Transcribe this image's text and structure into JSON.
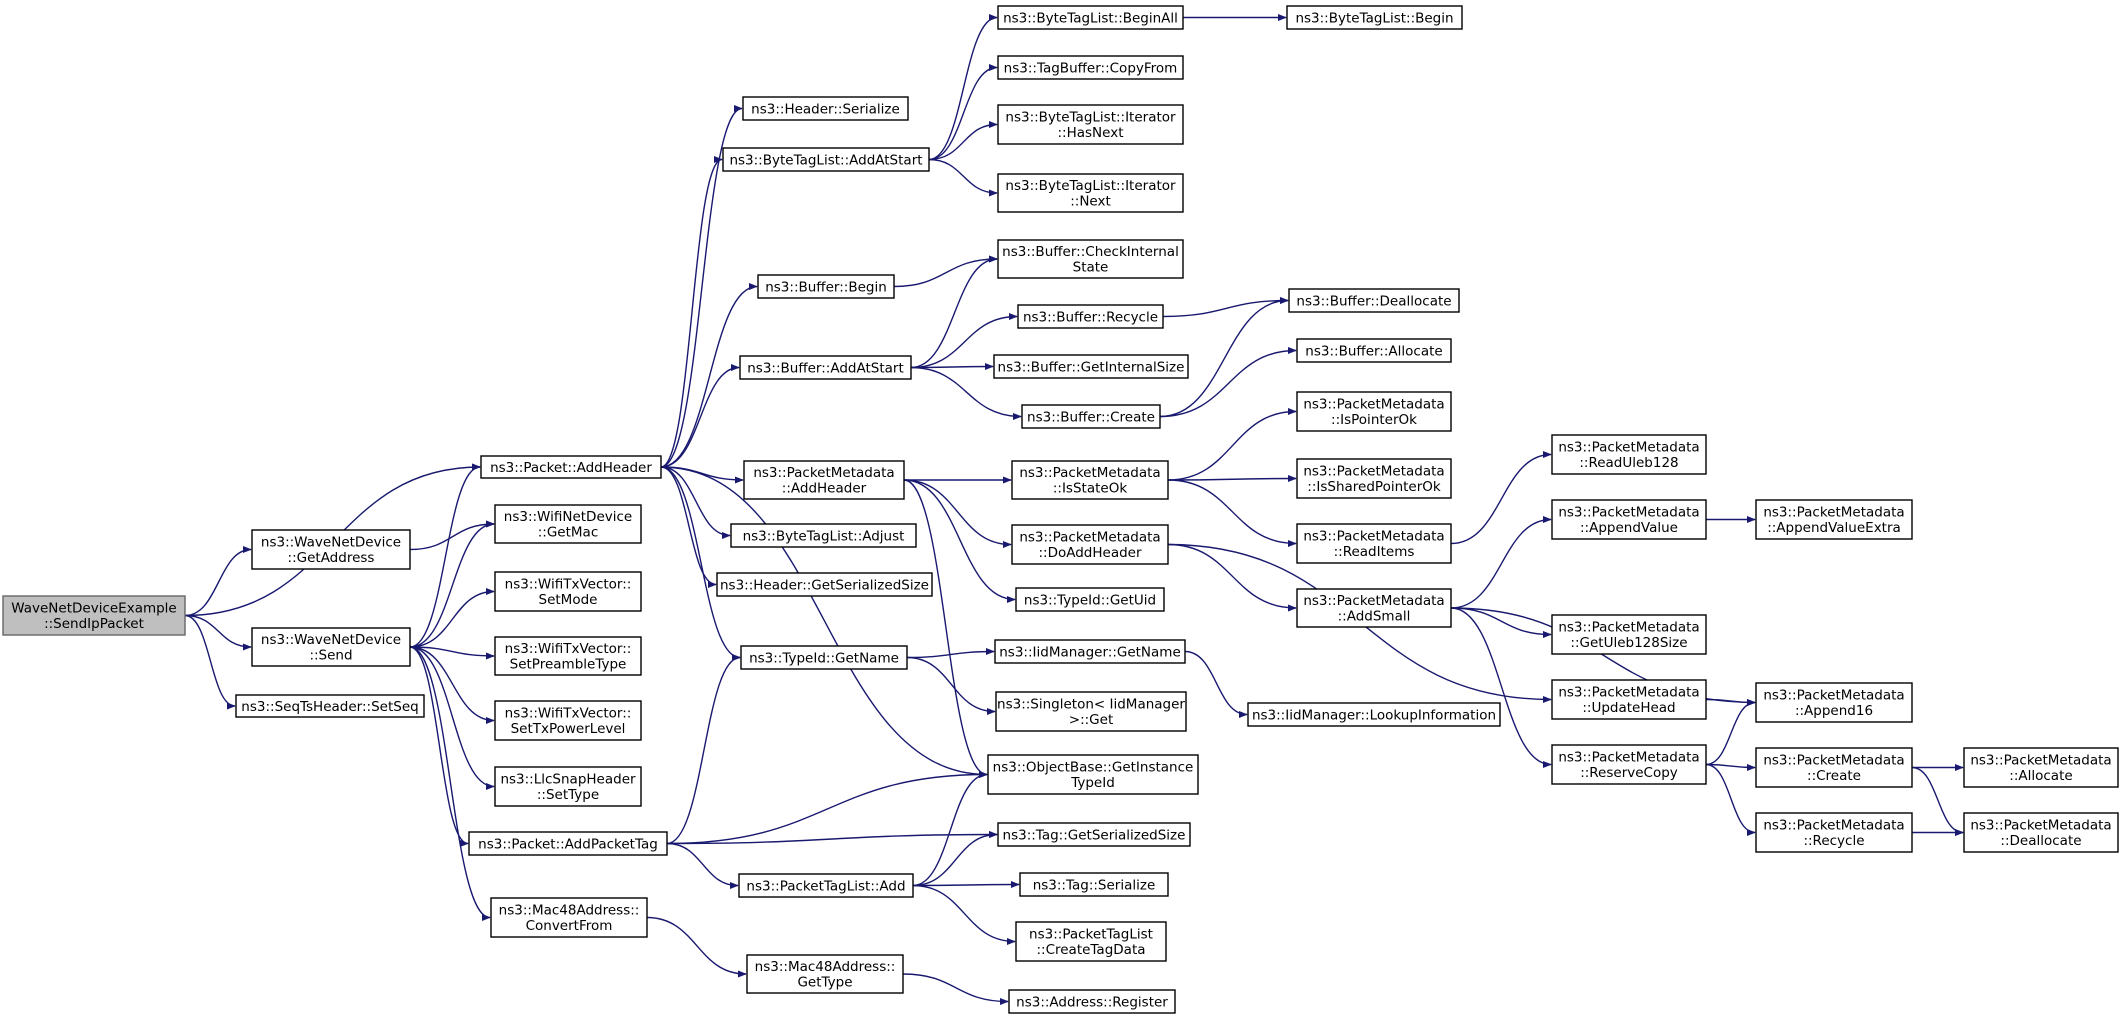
{
  "graph": {
    "colors": {
      "edge": "#191970",
      "node_border": "#000000",
      "root_fill": "#bfbfbf",
      "node_fill": "#ffffff"
    },
    "nodes": [
      {
        "id": "root",
        "lines": [
          "WaveNetDeviceExample",
          "::SendIpPacket"
        ],
        "root": true
      },
      {
        "id": "addHeader",
        "lines": [
          "ns3::Packet::AddHeader"
        ]
      },
      {
        "id": "wndGetAddress",
        "lines": [
          "ns3::WaveNetDevice",
          "::GetAddress"
        ]
      },
      {
        "id": "wndSend",
        "lines": [
          "ns3::WaveNetDevice",
          "::Send"
        ]
      },
      {
        "id": "seqSetSeq",
        "lines": [
          "ns3::SeqTsHeader::SetSeq"
        ]
      },
      {
        "id": "headerSerialize",
        "lines": [
          "ns3::Header::Serialize"
        ]
      },
      {
        "id": "btlAddAtStart",
        "lines": [
          "ns3::ByteTagList::AddAtStart"
        ]
      },
      {
        "id": "bufBegin",
        "lines": [
          "ns3::Buffer::Begin"
        ]
      },
      {
        "id": "bufAddAtStart",
        "lines": [
          "ns3::Buffer::AddAtStart"
        ]
      },
      {
        "id": "pmAddHeader",
        "lines": [
          "ns3::PacketMetadata",
          "::AddHeader"
        ]
      },
      {
        "id": "btlAdjust",
        "lines": [
          "ns3::ByteTagList::Adjust"
        ]
      },
      {
        "id": "headerGetSerSize",
        "lines": [
          "ns3::Header::GetSerializedSize"
        ]
      },
      {
        "id": "typeIdGetName",
        "lines": [
          "ns3::TypeId::GetName"
        ]
      },
      {
        "id": "wifiGetMac",
        "lines": [
          "ns3::WifiNetDevice",
          "::GetMac"
        ]
      },
      {
        "id": "txSetMode",
        "lines": [
          "ns3::WifiTxVector::",
          "SetMode"
        ]
      },
      {
        "id": "txSetPreamble",
        "lines": [
          "ns3::WifiTxVector::",
          "SetPreambleType"
        ]
      },
      {
        "id": "txSetPower",
        "lines": [
          "ns3::WifiTxVector::",
          "SetTxPowerLevel"
        ]
      },
      {
        "id": "llcSetType",
        "lines": [
          "ns3::LlcSnapHeader",
          "::SetType"
        ]
      },
      {
        "id": "addPacketTag",
        "lines": [
          "ns3::Packet::AddPacketTag"
        ]
      },
      {
        "id": "macConvertFrom",
        "lines": [
          "ns3::Mac48Address::",
          "ConvertFrom"
        ]
      },
      {
        "id": "ptlAdd",
        "lines": [
          "ns3::PacketTagList::Add"
        ]
      },
      {
        "id": "macGetType",
        "lines": [
          "ns3::Mac48Address::",
          "GetType"
        ]
      },
      {
        "id": "btlBeginAll",
        "lines": [
          "ns3::ByteTagList::BeginAll"
        ]
      },
      {
        "id": "tbCopyFrom",
        "lines": [
          "ns3::TagBuffer::CopyFrom"
        ]
      },
      {
        "id": "btlItHasNext",
        "lines": [
          "ns3::ByteTagList::Iterator",
          "::HasNext"
        ]
      },
      {
        "id": "btlItNext",
        "lines": [
          "ns3::ByteTagList::Iterator",
          "::Next"
        ]
      },
      {
        "id": "bufCheckInternal",
        "lines": [
          "ns3::Buffer::CheckInternal",
          "State"
        ]
      },
      {
        "id": "bufRecycle",
        "lines": [
          "ns3::Buffer::Recycle"
        ]
      },
      {
        "id": "bufGetInternalSize",
        "lines": [
          "ns3::Buffer::GetInternalSize"
        ]
      },
      {
        "id": "bufCreate",
        "lines": [
          "ns3::Buffer::Create"
        ]
      },
      {
        "id": "pmIsStateOk",
        "lines": [
          "ns3::PacketMetadata",
          "::IsStateOk"
        ]
      },
      {
        "id": "pmDoAddHeader",
        "lines": [
          "ns3::PacketMetadata",
          "::DoAddHeader"
        ]
      },
      {
        "id": "typeIdGetUid",
        "lines": [
          "ns3::TypeId::GetUid"
        ]
      },
      {
        "id": "iidGetName",
        "lines": [
          "ns3::IidManager::GetName"
        ]
      },
      {
        "id": "singletonGet",
        "lines": [
          "ns3::Singleton< IidManager",
          " >::Get"
        ]
      },
      {
        "id": "obGetInstTypeId",
        "lines": [
          "ns3::ObjectBase::GetInstance",
          "TypeId"
        ]
      },
      {
        "id": "tagGetSerSize",
        "lines": [
          "ns3::Tag::GetSerializedSize"
        ]
      },
      {
        "id": "tagSerialize",
        "lines": [
          "ns3::Tag::Serialize"
        ]
      },
      {
        "id": "ptlCreateTagData",
        "lines": [
          "ns3::PacketTagList",
          "::CreateTagData"
        ]
      },
      {
        "id": "addrRegister",
        "lines": [
          "ns3::Address::Register"
        ]
      },
      {
        "id": "btlBegin",
        "lines": [
          "ns3::ByteTagList::Begin"
        ]
      },
      {
        "id": "bufDeallocate",
        "lines": [
          "ns3::Buffer::Deallocate"
        ]
      },
      {
        "id": "bufAllocate",
        "lines": [
          "ns3::Buffer::Allocate"
        ]
      },
      {
        "id": "pmIsPointerOk",
        "lines": [
          "ns3::PacketMetadata",
          "::IsPointerOk"
        ]
      },
      {
        "id": "pmIsSharedPointerOk",
        "lines": [
          "ns3::PacketMetadata",
          "::IsSharedPointerOk"
        ]
      },
      {
        "id": "pmReadItems",
        "lines": [
          "ns3::PacketMetadata",
          "::ReadItems"
        ]
      },
      {
        "id": "pmAddSmall",
        "lines": [
          "ns3::PacketMetadata",
          "::AddSmall"
        ]
      },
      {
        "id": "iidLookupInfo",
        "lines": [
          "ns3::IidManager::LookupInformation"
        ]
      },
      {
        "id": "pmReadUleb128",
        "lines": [
          "ns3::PacketMetadata",
          "::ReadUleb128"
        ]
      },
      {
        "id": "pmAppendValue",
        "lines": [
          "ns3::PacketMetadata",
          "::AppendValue"
        ]
      },
      {
        "id": "pmGetUleb128Size",
        "lines": [
          "ns3::PacketMetadata",
          "::GetUleb128Size"
        ]
      },
      {
        "id": "pmUpdateHead",
        "lines": [
          "ns3::PacketMetadata",
          "::UpdateHead"
        ]
      },
      {
        "id": "pmReserveCopy",
        "lines": [
          "ns3::PacketMetadata",
          "::ReserveCopy"
        ]
      },
      {
        "id": "pmAppendValueExtra",
        "lines": [
          "ns3::PacketMetadata",
          "::AppendValueExtra"
        ]
      },
      {
        "id": "pmAppend16",
        "lines": [
          "ns3::PacketMetadata",
          "::Append16"
        ]
      },
      {
        "id": "pmCreate",
        "lines": [
          "ns3::PacketMetadata",
          "::Create"
        ]
      },
      {
        "id": "pmRecycle",
        "lines": [
          "ns3::PacketMetadata",
          "::Recycle"
        ]
      },
      {
        "id": "pmAllocate",
        "lines": [
          "ns3::PacketMetadata",
          "::Allocate"
        ]
      },
      {
        "id": "pmDeallocate",
        "lines": [
          "ns3::PacketMetadata",
          "::Deallocate"
        ]
      }
    ],
    "edges": [
      [
        "root",
        "addHeader"
      ],
      [
        "root",
        "wndGetAddress"
      ],
      [
        "root",
        "wndSend"
      ],
      [
        "root",
        "seqSetSeq"
      ],
      [
        "addHeader",
        "headerSerialize"
      ],
      [
        "addHeader",
        "btlAddAtStart"
      ],
      [
        "addHeader",
        "bufBegin"
      ],
      [
        "addHeader",
        "bufAddAtStart"
      ],
      [
        "addHeader",
        "pmAddHeader"
      ],
      [
        "addHeader",
        "btlAdjust"
      ],
      [
        "addHeader",
        "headerGetSerSize"
      ],
      [
        "addHeader",
        "typeIdGetName"
      ],
      [
        "addHeader",
        "obGetInstTypeId"
      ],
      [
        "wndGetAddress",
        "wifiGetMac"
      ],
      [
        "wndSend",
        "addHeader"
      ],
      [
        "wndSend",
        "wifiGetMac"
      ],
      [
        "wndSend",
        "txSetMode"
      ],
      [
        "wndSend",
        "txSetPreamble"
      ],
      [
        "wndSend",
        "txSetPower"
      ],
      [
        "wndSend",
        "llcSetType"
      ],
      [
        "wndSend",
        "addPacketTag"
      ],
      [
        "wndSend",
        "macConvertFrom"
      ],
      [
        "btlAddAtStart",
        "btlBeginAll"
      ],
      [
        "btlAddAtStart",
        "tbCopyFrom"
      ],
      [
        "btlAddAtStart",
        "btlItHasNext"
      ],
      [
        "btlAddAtStart",
        "btlItNext"
      ],
      [
        "btlBeginAll",
        "btlBegin"
      ],
      [
        "bufBegin",
        "bufCheckInternal"
      ],
      [
        "bufAddAtStart",
        "bufCheckInternal"
      ],
      [
        "bufAddAtStart",
        "bufRecycle"
      ],
      [
        "bufAddAtStart",
        "bufGetInternalSize"
      ],
      [
        "bufAddAtStart",
        "bufCreate"
      ],
      [
        "bufRecycle",
        "bufDeallocate"
      ],
      [
        "bufCreate",
        "bufDeallocate"
      ],
      [
        "bufCreate",
        "bufAllocate"
      ],
      [
        "pmAddHeader",
        "pmIsStateOk"
      ],
      [
        "pmAddHeader",
        "pmDoAddHeader"
      ],
      [
        "pmAddHeader",
        "typeIdGetUid"
      ],
      [
        "pmAddHeader",
        "obGetInstTypeId"
      ],
      [
        "pmIsStateOk",
        "pmIsPointerOk"
      ],
      [
        "pmIsStateOk",
        "pmIsSharedPointerOk"
      ],
      [
        "pmIsStateOk",
        "pmReadItems"
      ],
      [
        "pmReadItems",
        "pmReadUleb128"
      ],
      [
        "pmDoAddHeader",
        "pmAddSmall"
      ],
      [
        "pmDoAddHeader",
        "pmUpdateHead"
      ],
      [
        "pmAddSmall",
        "pmAppendValue"
      ],
      [
        "pmAddSmall",
        "pmGetUleb128Size"
      ],
      [
        "pmAddSmall",
        "pmAppend16"
      ],
      [
        "pmAddSmall",
        "pmReserveCopy"
      ],
      [
        "pmAppendValue",
        "pmAppendValueExtra"
      ],
      [
        "pmUpdateHead",
        "pmAppend16"
      ],
      [
        "pmReserveCopy",
        "pmAppend16"
      ],
      [
        "pmReserveCopy",
        "pmCreate"
      ],
      [
        "pmReserveCopy",
        "pmRecycle"
      ],
      [
        "pmCreate",
        "pmAllocate"
      ],
      [
        "pmCreate",
        "pmDeallocate"
      ],
      [
        "pmRecycle",
        "pmDeallocate"
      ],
      [
        "typeIdGetName",
        "iidGetName"
      ],
      [
        "typeIdGetName",
        "singletonGet"
      ],
      [
        "iidGetName",
        "iidLookupInfo"
      ],
      [
        "addPacketTag",
        "typeIdGetName"
      ],
      [
        "addPacketTag",
        "obGetInstTypeId"
      ],
      [
        "addPacketTag",
        "tagGetSerSize"
      ],
      [
        "addPacketTag",
        "ptlAdd"
      ],
      [
        "ptlAdd",
        "obGetInstTypeId"
      ],
      [
        "ptlAdd",
        "tagGetSerSize"
      ],
      [
        "ptlAdd",
        "tagSerialize"
      ],
      [
        "ptlAdd",
        "ptlCreateTagData"
      ],
      [
        "macConvertFrom",
        "macGetType"
      ],
      [
        "macGetType",
        "addrRegister"
      ]
    ]
  }
}
